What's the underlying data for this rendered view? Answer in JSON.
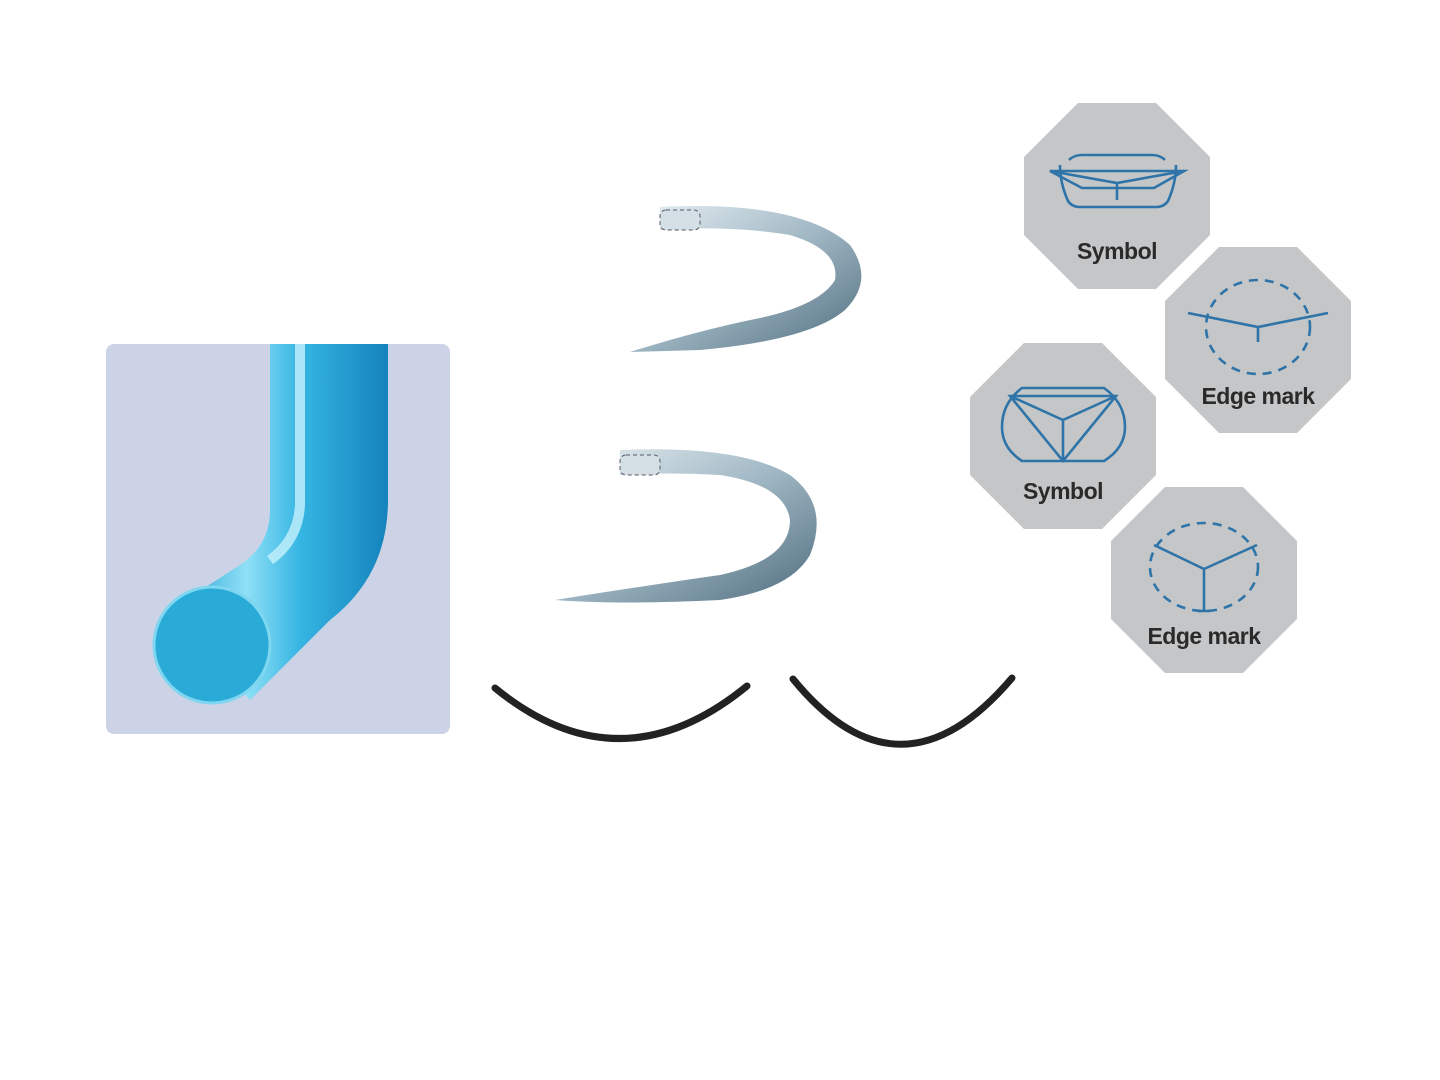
{
  "figure": {
    "thread_panel": {
      "icon": "suture-thread-cross-section",
      "background": "#cdd3e6",
      "thread_color": "#2fa8d8"
    },
    "needles": [
      {
        "icon": "cutting-needle-icon"
      },
      {
        "icon": "round-needle-icon"
      }
    ],
    "curves": [
      {
        "icon": "needle-curve-shallow"
      },
      {
        "icon": "needle-curve-deep"
      }
    ],
    "badges": [
      {
        "label": "Symbol",
        "icon": "reverse-cutting-symbol"
      },
      {
        "label": "Edge mark",
        "icon": "reverse-cutting-edge-mark"
      },
      {
        "label": "Symbol",
        "icon": "conventional-cutting-symbol"
      },
      {
        "label": "Edge mark",
        "icon": "conventional-cutting-edge-mark"
      }
    ],
    "colors": {
      "badge": "#c5c6c8",
      "line": "#2e74a8",
      "curve": "#222222"
    }
  }
}
